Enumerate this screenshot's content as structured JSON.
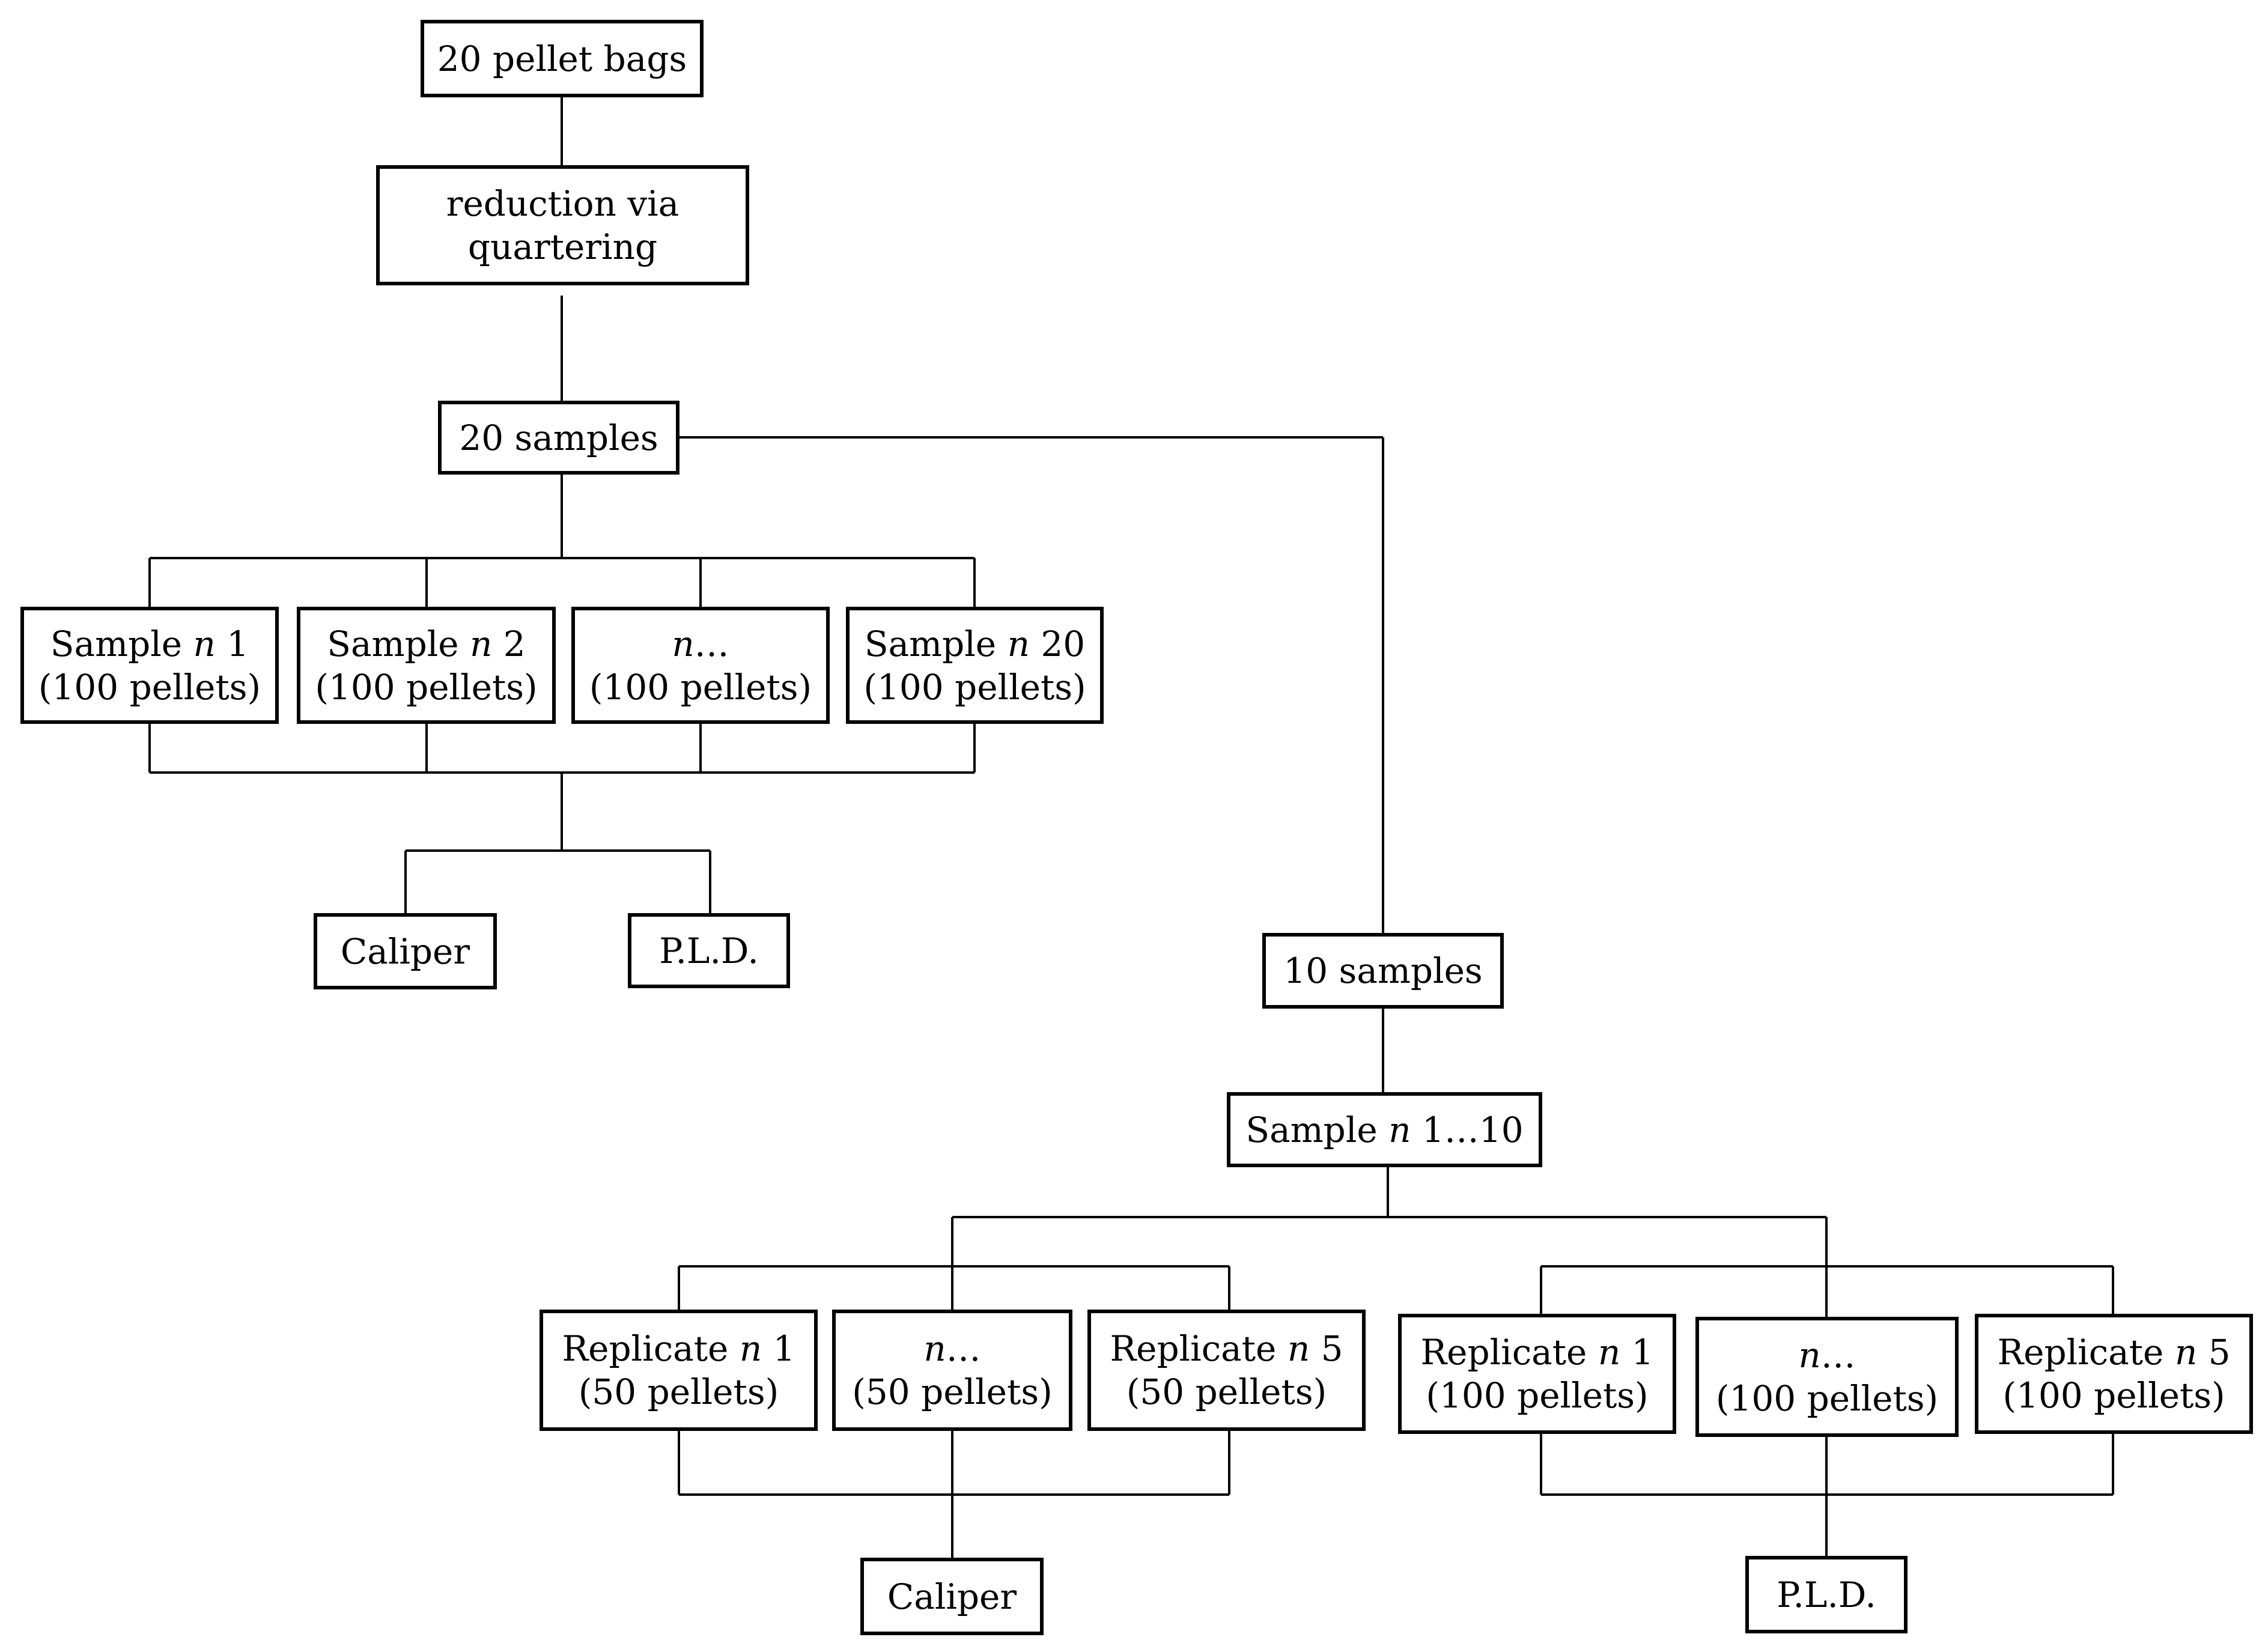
{
  "nodes": {
    "bags": {
      "l1": "20 pellet bags"
    },
    "reduction": {
      "l1": "reduction via",
      "l2": "quartering"
    },
    "samples20": {
      "l1": "20 samples"
    },
    "s1": {
      "pre": "Sample ",
      "n": "n",
      "post": " 1",
      "l2": "(100 pellets)"
    },
    "s2": {
      "pre": "Sample ",
      "n": "n",
      "post": " 2",
      "l2": "(100 pellets)"
    },
    "sn": {
      "pre": "",
      "n": "n",
      "post": "…",
      "l2": "(100 pellets)"
    },
    "s20": {
      "pre": "Sample ",
      "n": "n",
      "post": " 20",
      "l2": "(100 pellets)"
    },
    "caliper_left": {
      "l1": "Caliper"
    },
    "pld_left": {
      "l1": "P.L.D."
    },
    "samples10": {
      "l1": "10 samples"
    },
    "s1to10": {
      "pre": "Sample ",
      "n": "n",
      "post": " 1…10"
    },
    "ra1": {
      "pre": "Replicate ",
      "n": "n",
      "post": " 1",
      "l2": "(50 pellets)"
    },
    "ran": {
      "pre": "",
      "n": "n",
      "post": "…",
      "l2": "(50 pellets)"
    },
    "ra5": {
      "pre": "Replicate ",
      "n": "n",
      "post": " 5",
      "l2": "(50 pellets)"
    },
    "rb1": {
      "pre": "Replicate ",
      "n": "n",
      "post": " 1",
      "l2": "(100 pellets)"
    },
    "rbn": {
      "pre": "",
      "n": "n",
      "post": "…",
      "l2": "(100 pellets)"
    },
    "rb5": {
      "pre": "Replicate ",
      "n": "n",
      "post": " 5",
      "l2": "(100 pellets)"
    },
    "caliper_bottom": {
      "l1": "Caliper"
    },
    "pld_bottom": {
      "l1": "P.L.D."
    }
  }
}
